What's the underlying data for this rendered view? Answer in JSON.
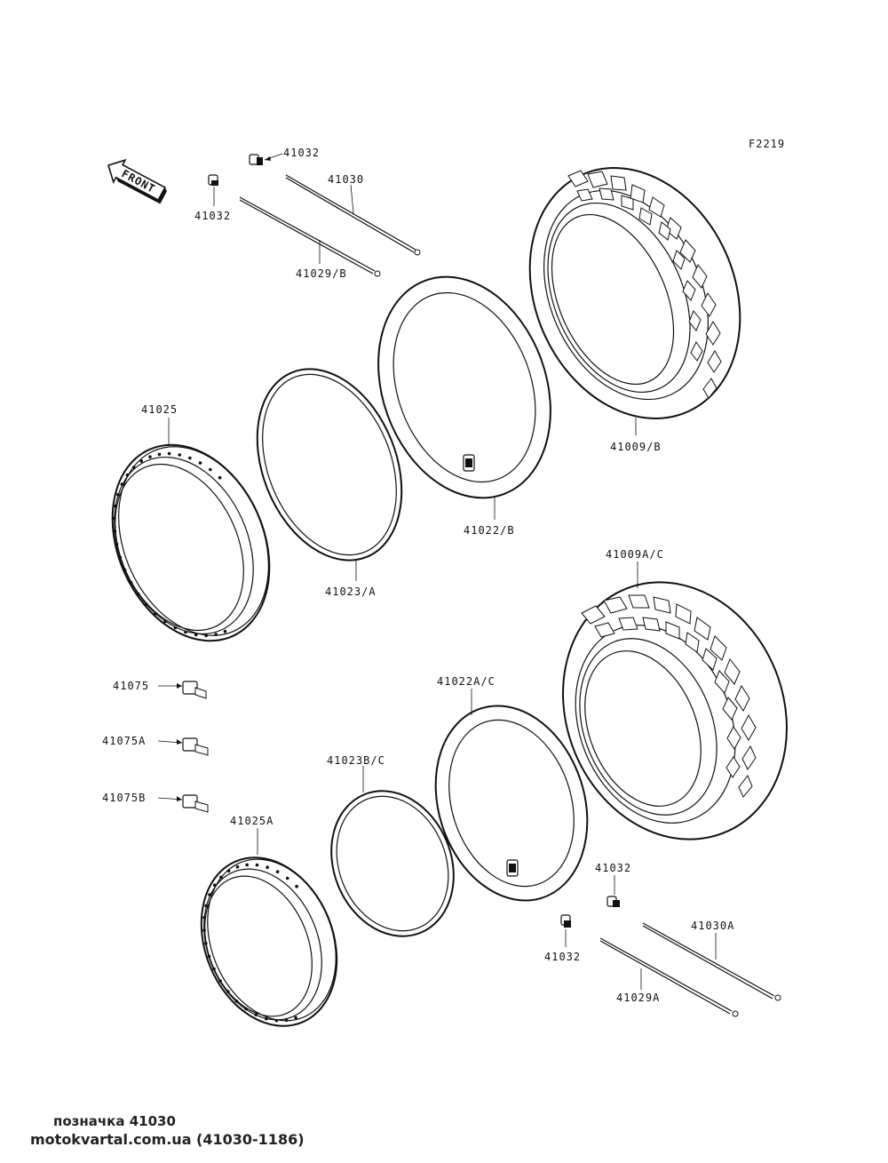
{
  "diagram_code": "F2219",
  "front_label": "FRONT",
  "labels": {
    "p41032_top": "41032",
    "p41032_left": "41032",
    "p41030": "41030",
    "p41029b": "41029/B",
    "p41009b": "41009/B",
    "p41025": "41025",
    "p41022b": "41022/B",
    "p41023a": "41023/A",
    "p41009ac": "41009A/C",
    "p41075": "41075",
    "p41075a": "41075A",
    "p41075b": "41075B",
    "p41022ac": "41022A/C",
    "p41023bc": "41023B/C",
    "p41025a": "41025A",
    "p41032_rt": "41032",
    "p41032_rb": "41032",
    "p41030a": "41030A",
    "p41029a": "41029A"
  },
  "footer": {
    "line1": "позначка 41030",
    "line2": "motokvartal.com.ua (41030-1186)"
  }
}
